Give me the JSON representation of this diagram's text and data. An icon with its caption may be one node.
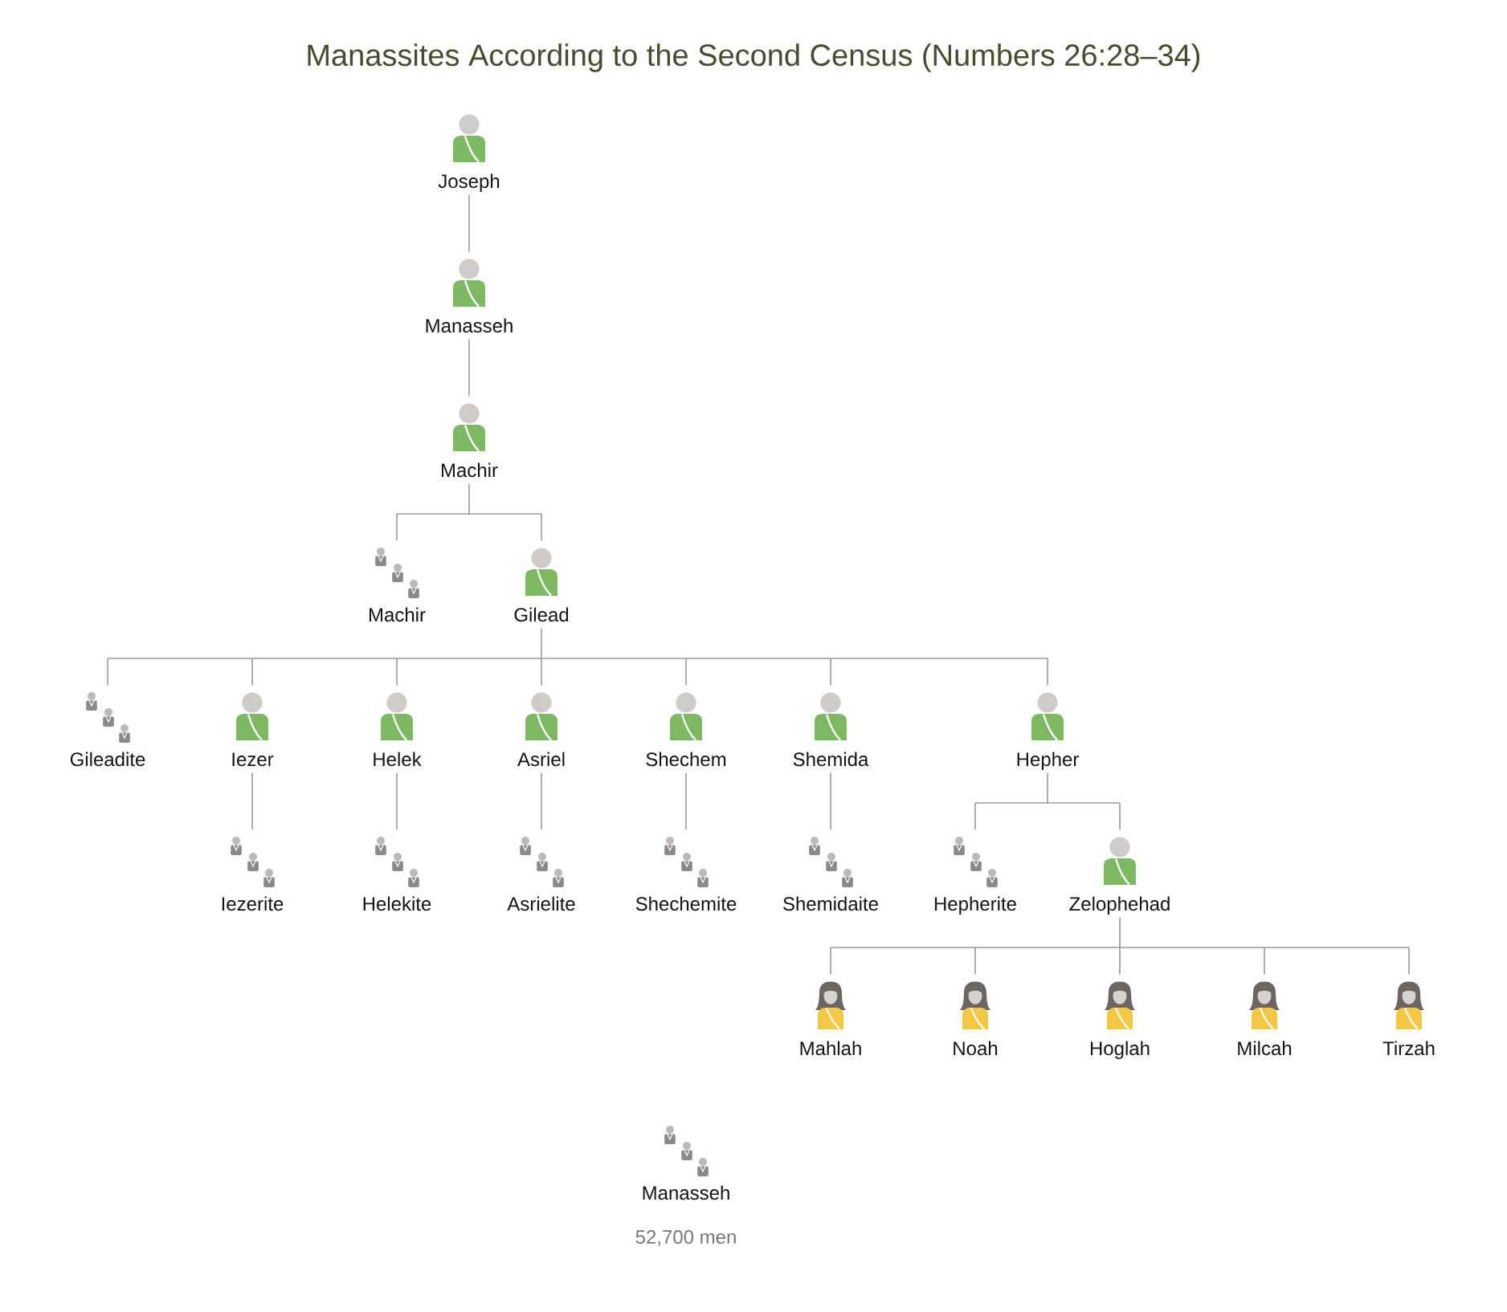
{
  "diagram": {
    "title": "Manassites According to the Second Census (Numbers 26:28–34)",
    "nodes": [
      {
        "text": [
          "Joseph"
        ]
      },
      {
        "text": [
          "Manasseh"
        ]
      },
      {
        "text": [
          "Machir"
        ]
      },
      {
        "text": [
          "Machir"
        ]
      },
      {
        "text": [
          "Gilead"
        ]
      },
      {
        "text": [
          "Gileadite"
        ]
      },
      {
        "text": [
          "Iezer"
        ]
      },
      {
        "text": [
          "Helek"
        ]
      },
      {
        "text": [
          "Asriel"
        ]
      },
      {
        "text": [
          "Shechem"
        ]
      },
      {
        "text": [
          "Shemida"
        ]
      },
      {
        "text": [
          "Hepher"
        ]
      },
      {
        "text": [
          "Iezerite"
        ]
      },
      {
        "text": [
          "Helekite"
        ]
      },
      {
        "text": [
          "Asrielite"
        ]
      },
      {
        "text": [
          "Shechemite"
        ]
      },
      {
        "text": [
          "Shemidaite"
        ]
      },
      {
        "text": [
          "Hepherite"
        ]
      },
      {
        "text": [
          "Zelophehad"
        ]
      },
      {
        "text": [
          "Mahlah"
        ]
      },
      {
        "text": [
          "Noah"
        ]
      },
      {
        "text": [
          "Hoglah"
        ]
      },
      {
        "text": [
          "Milcah"
        ]
      },
      {
        "text": [
          "Tirzah"
        ]
      },
      {
        "text": [
          "Manasseh"
        ],
        "beside": [
          "52,700 men"
        ]
      }
    ],
    "edges": [
      {
        "from": 0,
        "to": 1,
        "arrow": "none"
      },
      {
        "from": 1,
        "to": 2,
        "arrow": "none"
      },
      {
        "from": 2,
        "to": 3,
        "arrow": "none"
      },
      {
        "from": 2,
        "to": 4,
        "arrow": "none"
      },
      {
        "from": 4,
        "to": 5,
        "arrow": "none"
      },
      {
        "from": 4,
        "to": 6,
        "arrow": "none"
      },
      {
        "from": 4,
        "to": 7,
        "arrow": "none"
      },
      {
        "from": 4,
        "to": 8,
        "arrow": "none"
      },
      {
        "from": 4,
        "to": 9,
        "arrow": "none"
      },
      {
        "from": 4,
        "to": 10,
        "arrow": "none"
      },
      {
        "from": 4,
        "to": 11,
        "arrow": "none"
      },
      {
        "from": 6,
        "to": 12,
        "arrow": "none"
      },
      {
        "from": 7,
        "to": 13,
        "arrow": "none"
      },
      {
        "from": 8,
        "to": 14,
        "arrow": "none"
      },
      {
        "from": 9,
        "to": 15,
        "arrow": "none"
      },
      {
        "from": 10,
        "to": 16,
        "arrow": "none"
      },
      {
        "from": 11,
        "to": 17,
        "arrow": "none"
      },
      {
        "from": 11,
        "to": 18,
        "arrow": "none"
      },
      {
        "from": 18,
        "to": 19,
        "arrow": "none"
      },
      {
        "from": 18,
        "to": 20,
        "arrow": "none"
      },
      {
        "from": 18,
        "to": 21,
        "arrow": "none"
      },
      {
        "from": 18,
        "to": 22,
        "arrow": "none"
      },
      {
        "from": 18,
        "to": 23,
        "arrow": "none"
      }
    ]
  }
}
